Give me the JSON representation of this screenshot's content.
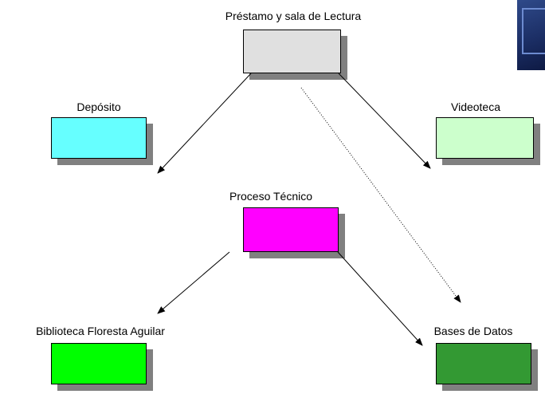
{
  "nodes": {
    "prestamo": {
      "label": "Préstamo y sala de Lectura",
      "color": "#e0e0e0"
    },
    "deposito": {
      "label": "Depósito",
      "color": "#66ffff"
    },
    "videoteca": {
      "label": "Videoteca",
      "color": "#ccffcc"
    },
    "proceso": {
      "label": "Proceso Técnico",
      "color": "#ff00ff"
    },
    "biblioteca": {
      "label": "Biblioteca Floresta Aguilar",
      "color": "#00ff00"
    },
    "bases": {
      "label": "Bases de Datos",
      "color": "#339933"
    }
  },
  "edges": [
    {
      "from": "prestamo",
      "to": "deposito",
      "style": "solid"
    },
    {
      "from": "prestamo",
      "to": "videoteca",
      "style": "solid"
    },
    {
      "from": "prestamo",
      "to": "bases",
      "style": "dotted"
    },
    {
      "from": "proceso",
      "to": "biblioteca",
      "style": "solid"
    },
    {
      "from": "proceso",
      "to": "bases",
      "style": "solid"
    }
  ]
}
